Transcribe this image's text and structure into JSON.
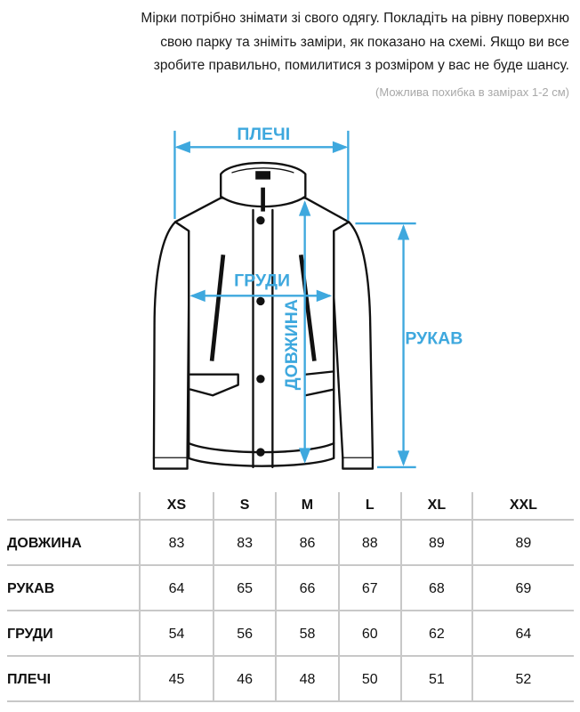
{
  "intro": {
    "lines": [
      "Мірки потрібно знімати зі свого одягу. Покладіть на рівну поверхню",
      "свою парку та зніміть заміри, як показано на схемі. Якщо ви все",
      "зробите правильно, помилитися з розміром у вас не буде шансу."
    ],
    "note": "(Можлива похибка в замірах 1-2 см)"
  },
  "diagram": {
    "labels": {
      "shoulders": "ПЛЕЧІ",
      "chest": "ГРУДИ",
      "length": "ДОВЖИНА",
      "sleeve": "РУКАВ"
    },
    "accent_color": "#3ea8de"
  },
  "table": {
    "sizes": [
      "XS",
      "S",
      "M",
      "L",
      "XL",
      "XXL"
    ],
    "rows": [
      {
        "label": "ДОВЖИНА",
        "values": [
          "83",
          "83",
          "86",
          "88",
          "89",
          "89"
        ]
      },
      {
        "label": "РУКАВ",
        "values": [
          "64",
          "65",
          "66",
          "67",
          "68",
          "69"
        ]
      },
      {
        "label": "ГРУДИ",
        "values": [
          "54",
          "56",
          "58",
          "60",
          "62",
          "64"
        ]
      },
      {
        "label": "ПЛЕЧІ",
        "values": [
          "45",
          "46",
          "48",
          "50",
          "51",
          "52"
        ]
      }
    ]
  }
}
